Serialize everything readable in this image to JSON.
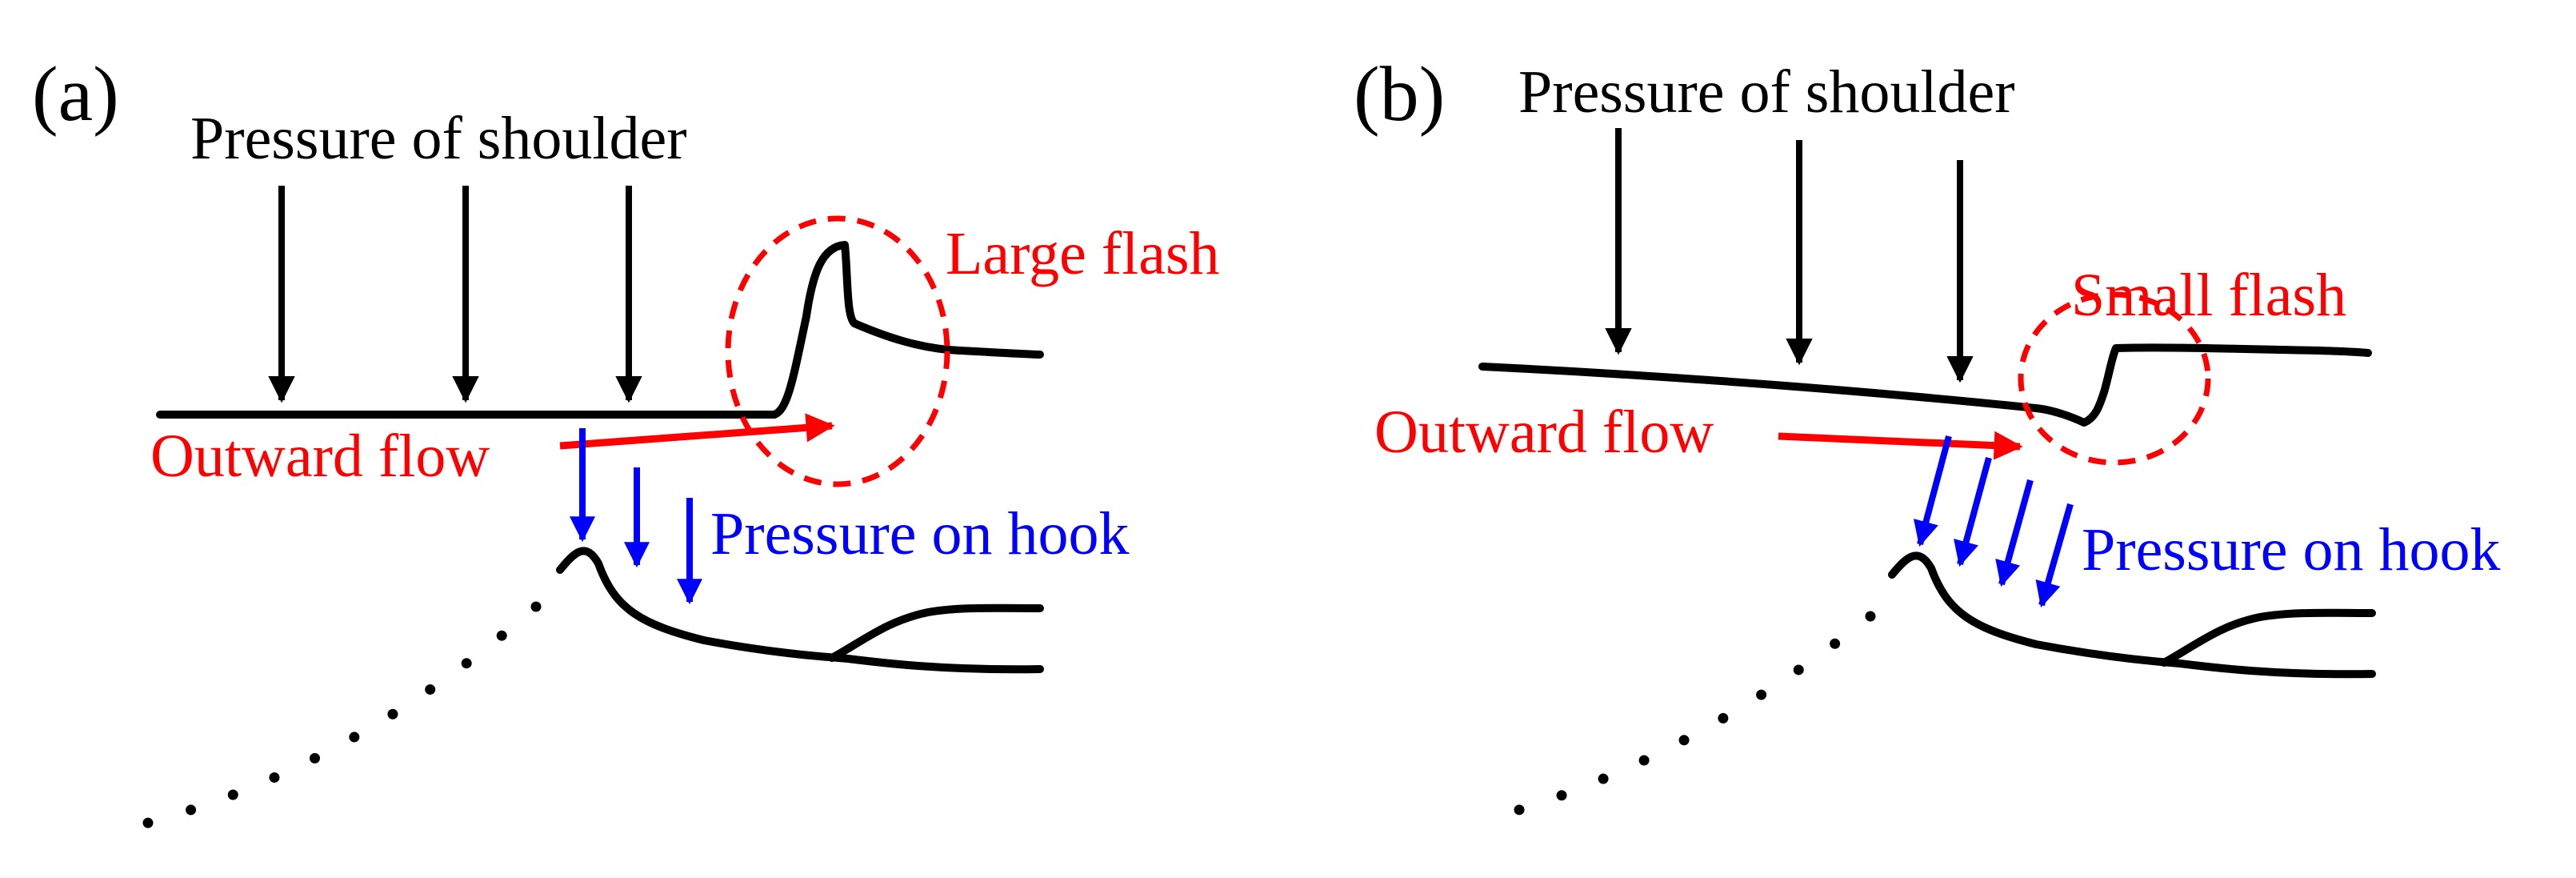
{
  "colors": {
    "text": "#000000",
    "flash": "#ff0000",
    "hook_pressure": "#0000ff",
    "line": "#000000"
  },
  "panels": [
    {
      "id": "a",
      "label": "(a)",
      "shoulder_pressure_label": "Pressure of shoulder",
      "flash_label": "Large flash",
      "flow_label": "Outward flow",
      "hook_pressure_label": "Pressure on hook",
      "shoulder_arrow_count": 3,
      "hook_arrow_count": 3
    },
    {
      "id": "b",
      "label": "(b)",
      "shoulder_pressure_label": "Pressure of shoulder",
      "flash_label": "Small flash",
      "flow_label": "Outward flow",
      "hook_pressure_label": "Pressure on hook",
      "shoulder_arrow_count": 3,
      "hook_arrow_count": 4
    }
  ]
}
